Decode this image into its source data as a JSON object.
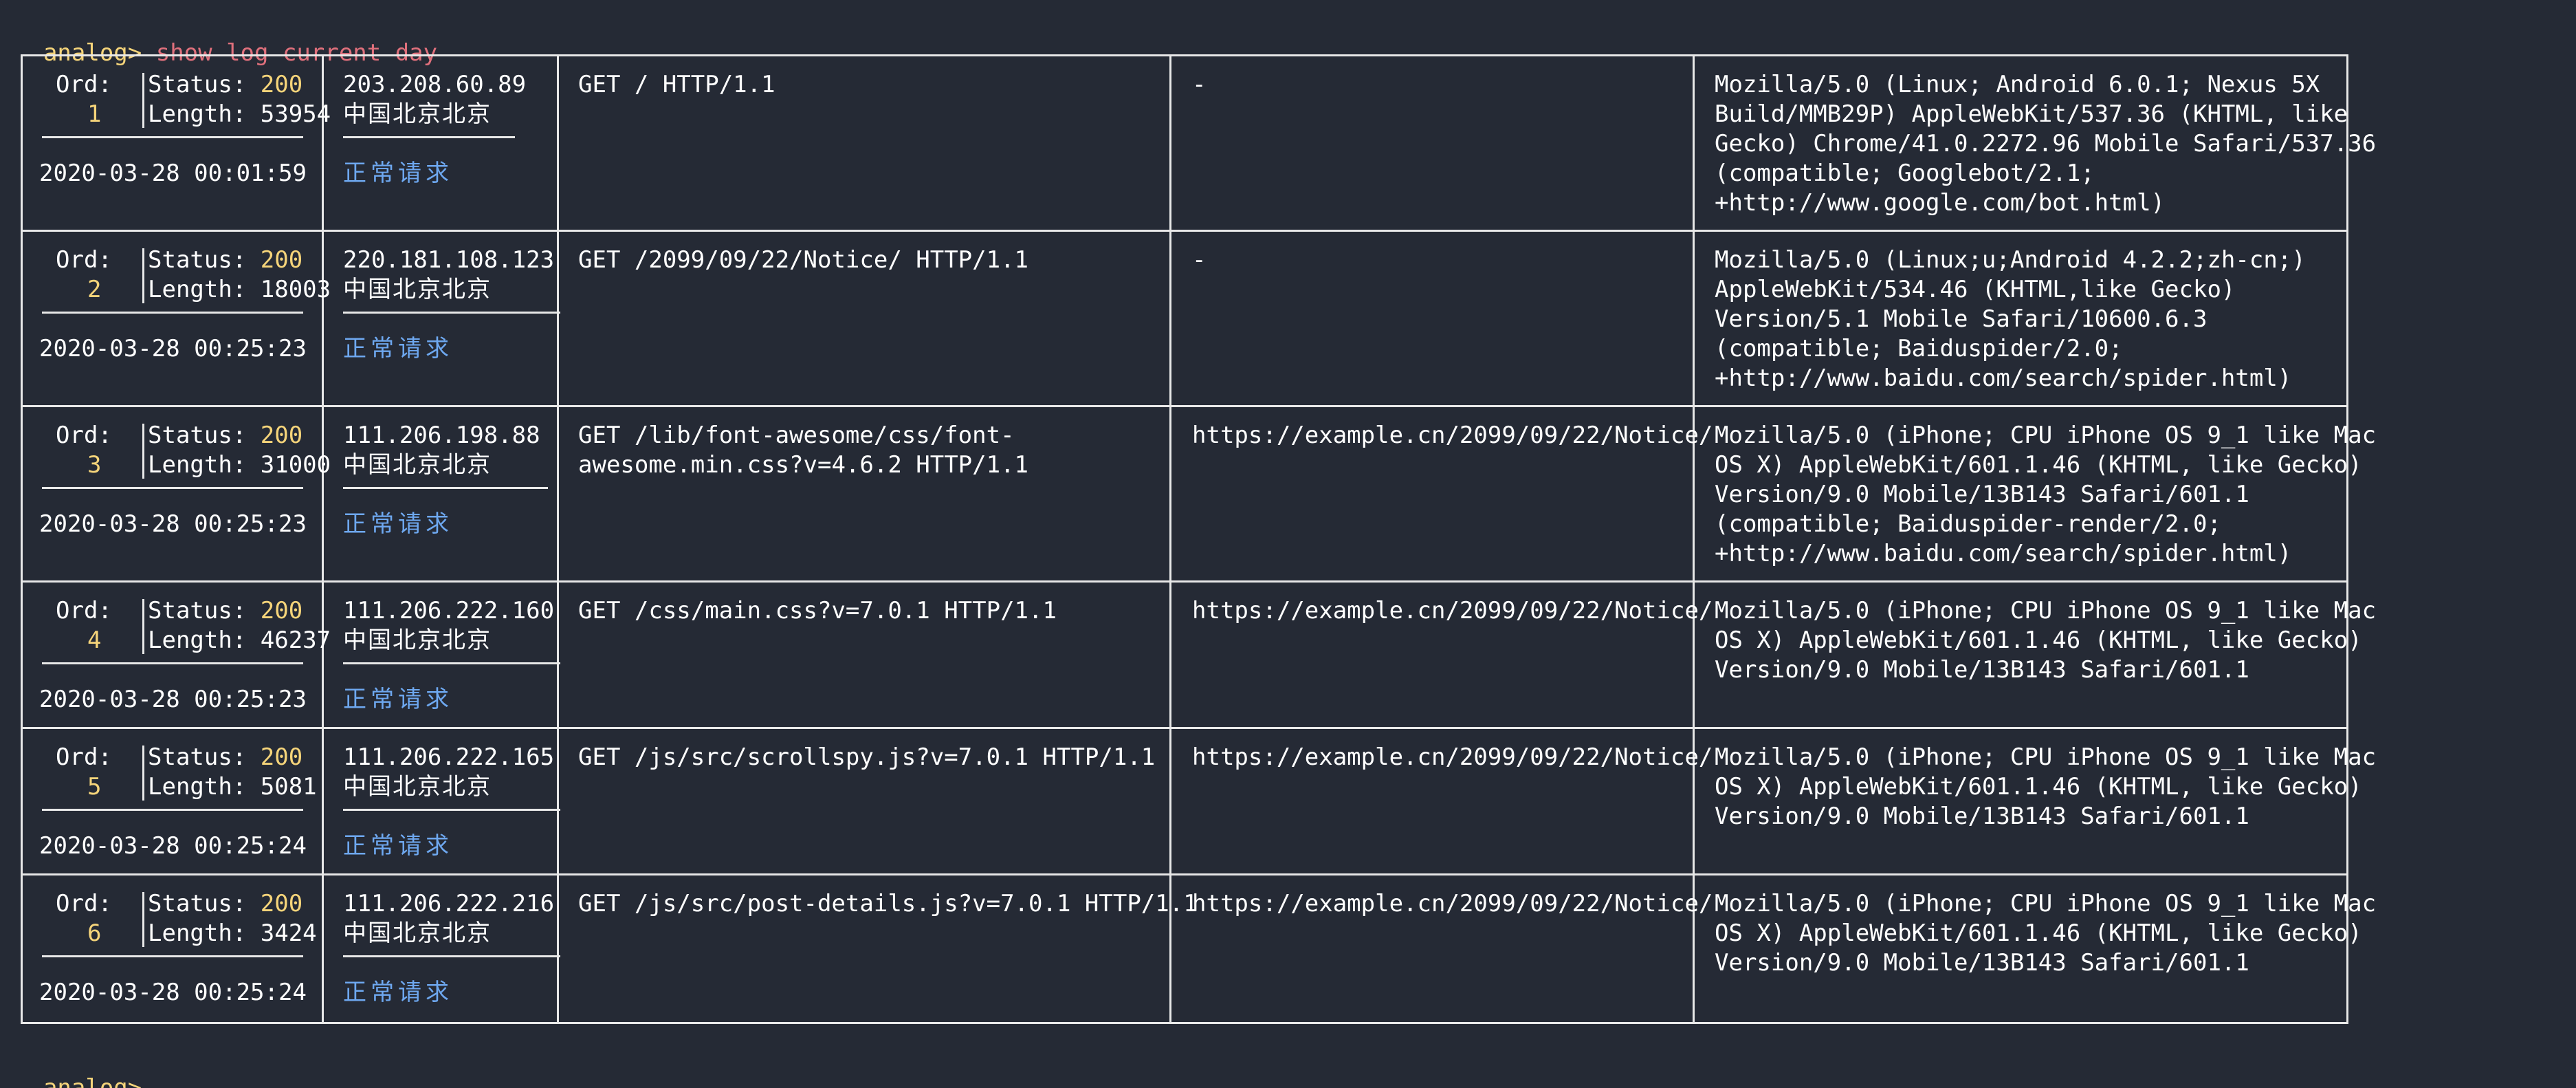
{
  "terminal": {
    "prompt_label": "analog>",
    "command": " show log current day",
    "final_prompt": "analog>"
  },
  "colors": {
    "background": "#252a35",
    "prompt": "#f5d47a",
    "command": "#e0707c",
    "status_value": "#f5d47a",
    "request_status": "#6ea8f0",
    "border": "#e8e8e8"
  },
  "labels": {
    "ord": "Ord:",
    "status": "Status: ",
    "length": "Length: "
  },
  "rows": [
    {
      "ord": "1",
      "status": "200",
      "length": "53954",
      "datetime": "2020-03-28 00:01:59",
      "ip": "203.208.60.89",
      "location": "中国北京北京",
      "request_status": "正常请求",
      "request": [
        "GET / HTTP/1.1"
      ],
      "referer": "-",
      "user_agent": [
        "Mozilla/5.0 (Linux; Android 6.0.1; Nexus 5X",
        "Build/MMB29P) AppleWebKit/537.36 (KHTML, like",
        "Gecko) Chrome/41.0.2272.96 Mobile Safari/537.36",
        "(compatible; Googlebot/2.1;",
        "+http://www.google.com/bot.html)"
      ]
    },
    {
      "ord": "2",
      "status": "200",
      "length": "18003",
      "datetime": "2020-03-28 00:25:23",
      "ip": "220.181.108.123",
      "location": "中国北京北京",
      "request_status": "正常请求",
      "request": [
        "GET /2099/09/22/Notice/ HTTP/1.1"
      ],
      "referer": "-",
      "user_agent": [
        "Mozilla/5.0 (Linux;u;Android 4.2.2;zh-cn;)",
        "AppleWebKit/534.46 (KHTML,like Gecko)",
        "Version/5.1 Mobile Safari/10600.6.3",
        "(compatible; Baiduspider/2.0;",
        "+http://www.baidu.com/search/spider.html)"
      ]
    },
    {
      "ord": "3",
      "status": "200",
      "length": "31000",
      "datetime": "2020-03-28 00:25:23",
      "ip": "111.206.198.88",
      "location": "中国北京北京",
      "request_status": "正常请求",
      "request": [
        "GET /lib/font-awesome/css/font-",
        "awesome.min.css?v=4.6.2 HTTP/1.1"
      ],
      "referer": "https://example.cn/2099/09/22/Notice/",
      "user_agent": [
        "Mozilla/5.0 (iPhone; CPU iPhone OS 9_1 like Mac",
        "OS X) AppleWebKit/601.1.46 (KHTML, like Gecko)",
        "Version/9.0 Mobile/13B143 Safari/601.1",
        "(compatible; Baiduspider-render/2.0;",
        "+http://www.baidu.com/search/spider.html)"
      ]
    },
    {
      "ord": "4",
      "status": "200",
      "length": "46237",
      "datetime": "2020-03-28 00:25:23",
      "ip": "111.206.222.160",
      "location": "中国北京北京",
      "request_status": "正常请求",
      "request": [
        "GET /css/main.css?v=7.0.1 HTTP/1.1"
      ],
      "referer": "https://example.cn/2099/09/22/Notice/",
      "user_agent": [
        "Mozilla/5.0 (iPhone; CPU iPhone OS 9_1 like Mac",
        "OS X) AppleWebKit/601.1.46 (KHTML, like Gecko)",
        "Version/9.0 Mobile/13B143 Safari/601.1"
      ]
    },
    {
      "ord": "5",
      "status": "200",
      "length": "5081",
      "datetime": "2020-03-28 00:25:24",
      "ip": "111.206.222.165",
      "location": "中国北京北京",
      "request_status": "正常请求",
      "request": [
        "GET /js/src/scrollspy.js?v=7.0.1 HTTP/1.1"
      ],
      "referer": "https://example.cn/2099/09/22/Notice/",
      "user_agent": [
        "Mozilla/5.0 (iPhone; CPU iPhone OS 9_1 like Mac",
        "OS X) AppleWebKit/601.1.46 (KHTML, like Gecko)",
        "Version/9.0 Mobile/13B143 Safari/601.1"
      ]
    },
    {
      "ord": "6",
      "status": "200",
      "length": "3424",
      "datetime": "2020-03-28 00:25:24",
      "ip": "111.206.222.216",
      "location": "中国北京北京",
      "request_status": "正常请求",
      "request": [
        "GET /js/src/post-details.js?v=7.0.1 HTTP/1.1"
      ],
      "referer": "https://example.cn/2099/09/22/Notice/",
      "user_agent": [
        "Mozilla/5.0 (iPhone; CPU iPhone OS 9_1 like Mac",
        "OS X) AppleWebKit/601.1.46 (KHTML, like Gecko)",
        "Version/9.0 Mobile/13B143 Safari/601.1"
      ]
    }
  ]
}
